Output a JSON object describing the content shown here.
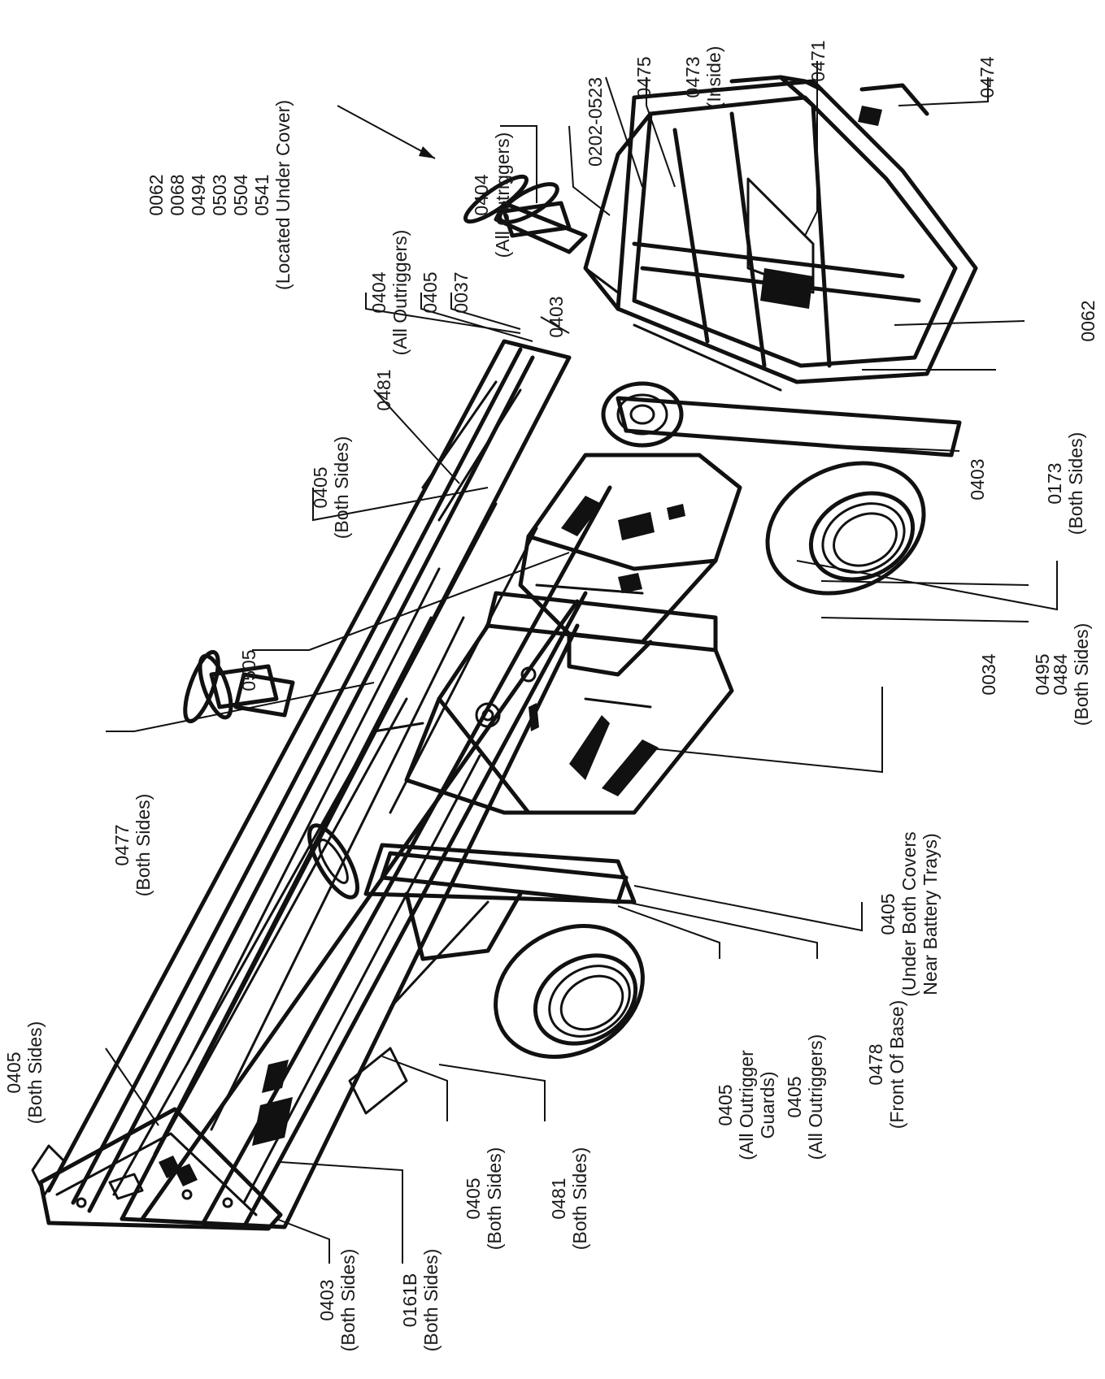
{
  "figure": {
    "type": "decal-location-diagram"
  },
  "callouts": {
    "c1": [
      "0062",
      "0068",
      "0494",
      "0503",
      "0504",
      "0541",
      "(Located Under Cover)"
    ],
    "c2": [
      "0404",
      "(All Outriggers)"
    ],
    "c3": [
      "0202-0523"
    ],
    "c4": [
      "0475"
    ],
    "c5": [
      "0473",
      "(Inside)"
    ],
    "c6": [
      "0471"
    ],
    "c7": [
      "0474"
    ],
    "c8": [
      "0404",
      "(All Outriggers)"
    ],
    "c9": [
      "0405"
    ],
    "c10": [
      "0037"
    ],
    "c11": [
      "0403"
    ],
    "c12": [
      "0062"
    ],
    "c13": [
      "0481"
    ],
    "c14": [
      "0405",
      "(Both Sides)"
    ],
    "c15": [
      "0173",
      "(Both Sides)"
    ],
    "c16": [
      "0403"
    ],
    "c17": [
      "0505"
    ],
    "c18": [
      "0484",
      "(Both Sides)"
    ],
    "c19": [
      "0034"
    ],
    "c20": [
      "0495"
    ],
    "c21": [
      "0477",
      "(Both Sides)"
    ],
    "c22": [
      "0405",
      "(Under Both Covers",
      "Near Battery Trays)"
    ],
    "c23": [
      "0478",
      "(Front Of Base)"
    ],
    "c24": [
      "0405",
      "(All Outriggers)"
    ],
    "c25": [
      "0405",
      "(All Outrigger",
      "Guards)"
    ],
    "c26": [
      "0405",
      "(Both Sides)"
    ],
    "c27": [
      "0481",
      "(Both Sides)"
    ],
    "c28": [
      "0405",
      "(Both Sides)"
    ],
    "c29": [
      "0161B",
      "(Both Sides)"
    ],
    "c30": [
      "0403",
      "(Both Sides)"
    ]
  }
}
